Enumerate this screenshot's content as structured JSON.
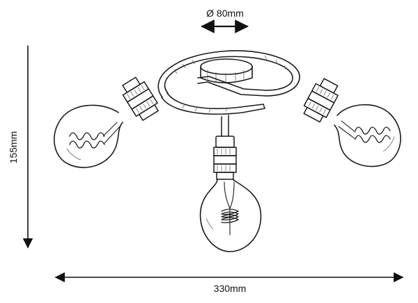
{
  "dimensions": {
    "canopy_diameter": "Ø 80mm",
    "height": "155mm",
    "width": "330mm"
  },
  "colors": {
    "line": "#111111",
    "background": "#ffffff"
  },
  "figure": {
    "bulb_count": 3
  }
}
